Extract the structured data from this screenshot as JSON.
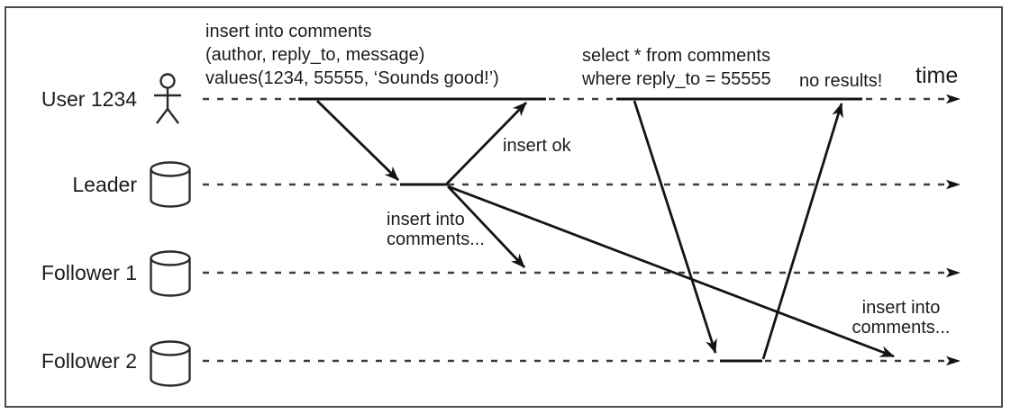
{
  "colors": {
    "ink": "#1a1a1a",
    "dash": "#3d3d3d",
    "border": "#4d4d4d",
    "background": "#ffffff"
  },
  "actors": [
    {
      "label": "User 1234",
      "icon": "person-icon"
    },
    {
      "label": "Leader",
      "icon": "database-icon"
    },
    {
      "label": "Follower 1",
      "icon": "database-icon"
    },
    {
      "label": "Follower 2",
      "icon": "database-icon"
    }
  ],
  "labels": {
    "time_axis": "time",
    "insert_query": [
      "insert into comments",
      "(author, reply_to, message)",
      "values(1234, 55555, ‘Sounds good!’)"
    ],
    "insert_ok": "insert ok",
    "replicate_mid": [
      "insert into",
      "comments..."
    ],
    "select_query": [
      "select * from comments",
      "where reply_to = 55555"
    ],
    "no_results": "no results!",
    "replicate_right": [
      "insert into",
      "comments..."
    ]
  }
}
